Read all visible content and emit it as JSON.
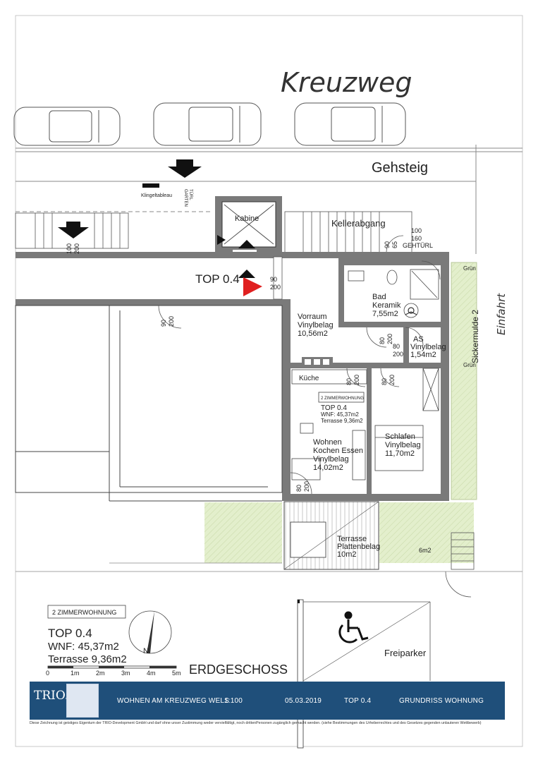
{
  "street": {
    "name": "Kreuzweg",
    "sidewalk": "Gehsteig",
    "driveway": "Einfahrt"
  },
  "entrance": {
    "bell_panel": "Klingeltableau",
    "garden_gate_line1": "GARTEN",
    "garden_gate_line2": "TÜRL"
  },
  "elevator": {
    "label": "Kabine"
  },
  "cellar": {
    "label": "Kellerabgang",
    "gate_w": "100",
    "gate_h": "160",
    "gate_label": "GEHTÜRL"
  },
  "unit_marker": {
    "label": "TOP 0.4"
  },
  "doors": [
    {
      "w": "100",
      "h": "200"
    },
    {
      "w": "90",
      "h": "200"
    },
    {
      "w": "90",
      "h": "200"
    },
    {
      "w": "90",
      "h": "65"
    },
    {
      "w": "80",
      "h": "200"
    },
    {
      "w": "80",
      "h": "200"
    },
    {
      "w": "80",
      "h": "200"
    },
    {
      "w": "80",
      "h": "200"
    },
    {
      "w": "80",
      "h": "200"
    }
  ],
  "rooms": {
    "vorraum": {
      "name": "Vorraum",
      "floor": "Vinylbelag",
      "area": "10,56m2"
    },
    "bad": {
      "name": "Bad",
      "floor": "Keramik",
      "area": "7,55m2"
    },
    "as": {
      "name": "AS",
      "floor": "Vinylbelag",
      "area": "1,54m2"
    },
    "kueche": {
      "name": "Küche"
    },
    "schlafen": {
      "name": "Schlafen",
      "floor": "Vinylbelag",
      "area": "11,70m2"
    },
    "wohnen": {
      "name": "Wohnen",
      "name2": "Kochen Essen",
      "floor": "Vinylbelag",
      "area": "14,02m2"
    },
    "terrasse": {
      "name": "Terrasse",
      "floor": "Plattenbelag",
      "area": "10m2"
    }
  },
  "inplan_card": {
    "type": "2 ZIMMERWOHNUNG",
    "top": "TOP 0.4",
    "wnf": "WNF:  45,37m2",
    "terrace": "Terrasse 9,36m2"
  },
  "garden": {
    "green1": "Grün",
    "green2": "Grün",
    "seepage": "Sickermulde 2",
    "area": "6m2"
  },
  "parking": {
    "label": "Freiparker"
  },
  "legend": {
    "type": "2 ZIMMERWOHNUNG",
    "top": "TOP 0.4",
    "wnf": "WNF:  45,37m2",
    "terrace": "Terrasse 9,36m2",
    "floor": "ERDGESCHOSS",
    "north": "N",
    "scale_ticks": [
      "0",
      "1m",
      "2m",
      "3m",
      "4m",
      "5m"
    ]
  },
  "footer": {
    "logo": "TRIO.",
    "project": "WOHNEN AM KREUZWEG WELS",
    "scale": "1:100",
    "date": "05.03.2019",
    "top": "TOP 0.4",
    "title": "GRUNDRISS WOHNUNG",
    "disclaimer": "Diese Zeichnung ist geistiges Eigentum der TRIO-Development GmbH und darf ohne unser Zustimmung weder vervielfältigt, noch drittenPersonen zugänglich gemacht werden.   (siehe Bestimmungen des Urheberrechtes und des Gesetzes  gegenden unlauteren Wettbewerb)"
  },
  "colors": {
    "wall": "#7a7a7a",
    "green": "#e3efcc",
    "unit_marker": "#e02020",
    "footer": "#1f4f7a"
  }
}
